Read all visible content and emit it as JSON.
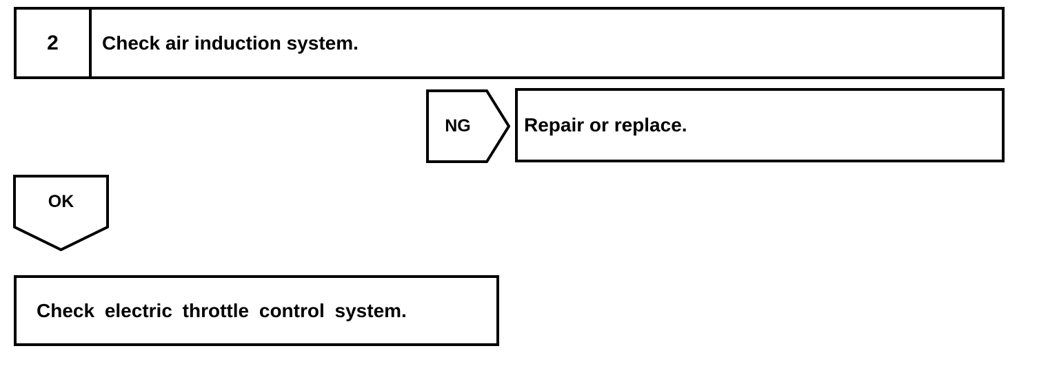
{
  "document": {
    "type": "diagnostic-flowchart",
    "background_color": "#ffffff",
    "line_color": "#000000"
  },
  "step": {
    "number": "2",
    "title": "Check air induction system."
  },
  "branches": {
    "ng": {
      "label": "NG",
      "shape": "right-pointing-pentagon-arrow",
      "result": {
        "label": "Repair or replace."
      }
    },
    "ok": {
      "label": "OK",
      "shape": "down-pointing-pentagon-arrow",
      "result": {
        "label": "Check electric throttle control system."
      }
    }
  }
}
